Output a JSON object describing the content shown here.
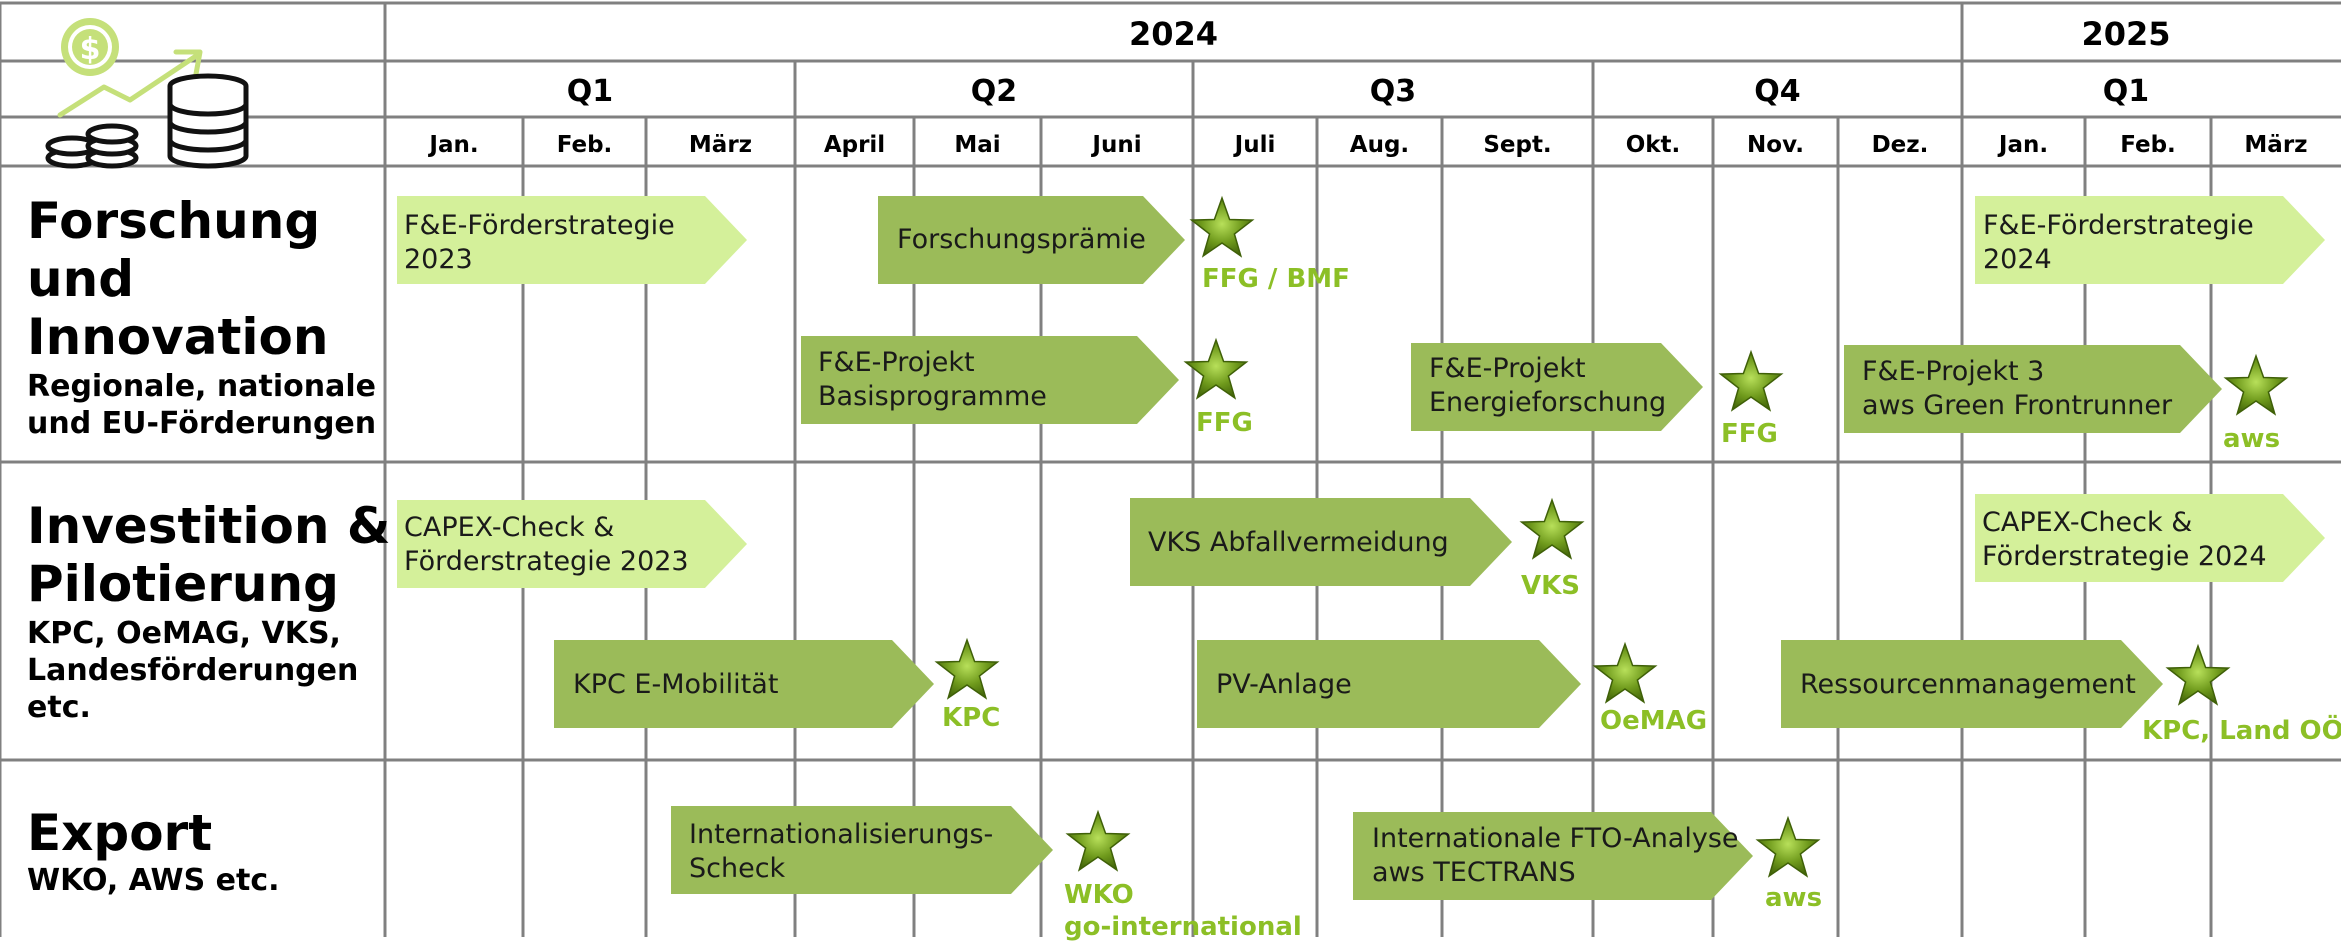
{
  "header": {
    "years": [
      {
        "id": "y2024",
        "label": "2024"
      },
      {
        "id": "y2025",
        "label": "2025"
      }
    ],
    "quarters": [
      {
        "id": "q1-2024",
        "label": "Q1"
      },
      {
        "id": "q2-2024",
        "label": "Q2"
      },
      {
        "id": "q3-2024",
        "label": "Q3"
      },
      {
        "id": "q4-2024",
        "label": "Q4"
      },
      {
        "id": "q1-2025",
        "label": "Q1"
      }
    ],
    "months": [
      "Jan.",
      "Feb.",
      "März",
      "April",
      "Mai",
      "Juni",
      "Juli",
      "Aug.",
      "Sept.",
      "Okt.",
      "Nov.",
      "Dez.",
      "Jan.",
      "Feb.",
      "März"
    ]
  },
  "rows": [
    {
      "id": "forschung",
      "title": "Forschung\nund\nInnovation",
      "subtitle": "Regionale, nationale\nund EU-Förderungen"
    },
    {
      "id": "investition",
      "title": "Investition &\nPilotierung",
      "subtitle": "KPC, OeMAG, VKS,\nLandesförderungen\netc."
    },
    {
      "id": "export",
      "title": "Export",
      "subtitle": "WKO, AWS etc."
    }
  ],
  "tasks": [
    {
      "id": "fe-strategie-2023",
      "label": "F&E-Förderstrategie\n2023",
      "style": "light"
    },
    {
      "id": "forschungspraemie",
      "label": "Forschungsprämie",
      "style": "dark"
    },
    {
      "id": "fe-strategie-2024",
      "label": "F&E-Förderstrategie\n2024",
      "style": "light"
    },
    {
      "id": "fe-basis",
      "label": "F&E-Projekt\nBasisprogramme",
      "style": "dark"
    },
    {
      "id": "fe-energie",
      "label": "F&E-Projekt\nEnergieforschung",
      "style": "dark"
    },
    {
      "id": "fe-frontrunner",
      "label": "F&E-Projekt 3\naws Green Frontrunner",
      "style": "dark"
    },
    {
      "id": "capex-2023",
      "label": "CAPEX-Check &\nFörderstrategie 2023",
      "style": "light"
    },
    {
      "id": "vks",
      "label": "VKS Abfallvermeidung",
      "style": "dark"
    },
    {
      "id": "capex-2024",
      "label": "CAPEX-Check &\nFörderstrategie 2024",
      "style": "light"
    },
    {
      "id": "kpc-emob",
      "label": "KPC E-Mobilität",
      "style": "dark"
    },
    {
      "id": "pv",
      "label": "PV-Anlage",
      "style": "dark"
    },
    {
      "id": "ressourcen",
      "label": "Ressourcenmanagement",
      "style": "dark"
    },
    {
      "id": "intl-scheck",
      "label": "Internationalisierungs-\nScheck",
      "style": "dark"
    },
    {
      "id": "fto",
      "label": "Internationale FTO-Analyse\naws TECTRANS",
      "style": "dark"
    }
  ],
  "milestones": [
    {
      "id": "m-ffg-bmf",
      "label": "FFG / BMF"
    },
    {
      "id": "m-ffg-1",
      "label": "FFG"
    },
    {
      "id": "m-ffg-2",
      "label": "FFG"
    },
    {
      "id": "m-aws-1",
      "label": "aws"
    },
    {
      "id": "m-vks",
      "label": "VKS"
    },
    {
      "id": "m-kpc",
      "label": "KPC"
    },
    {
      "id": "m-oemag",
      "label": "OeMAG"
    },
    {
      "id": "m-kpc-land",
      "label": "KPC, Land OÖ"
    },
    {
      "id": "m-wko",
      "label": "WKO\ngo-international"
    },
    {
      "id": "m-aws-2",
      "label": "aws"
    }
  ],
  "colors": {
    "light": "#d4f09a",
    "dark": "#9bbb59",
    "accent": "#8cbf26",
    "grid": "#808080",
    "logo": "#c5e07a"
  },
  "icons": [
    "dollar-coin-icon",
    "growth-arrow-icon",
    "coin-stack-icon",
    "star-icon"
  ]
}
